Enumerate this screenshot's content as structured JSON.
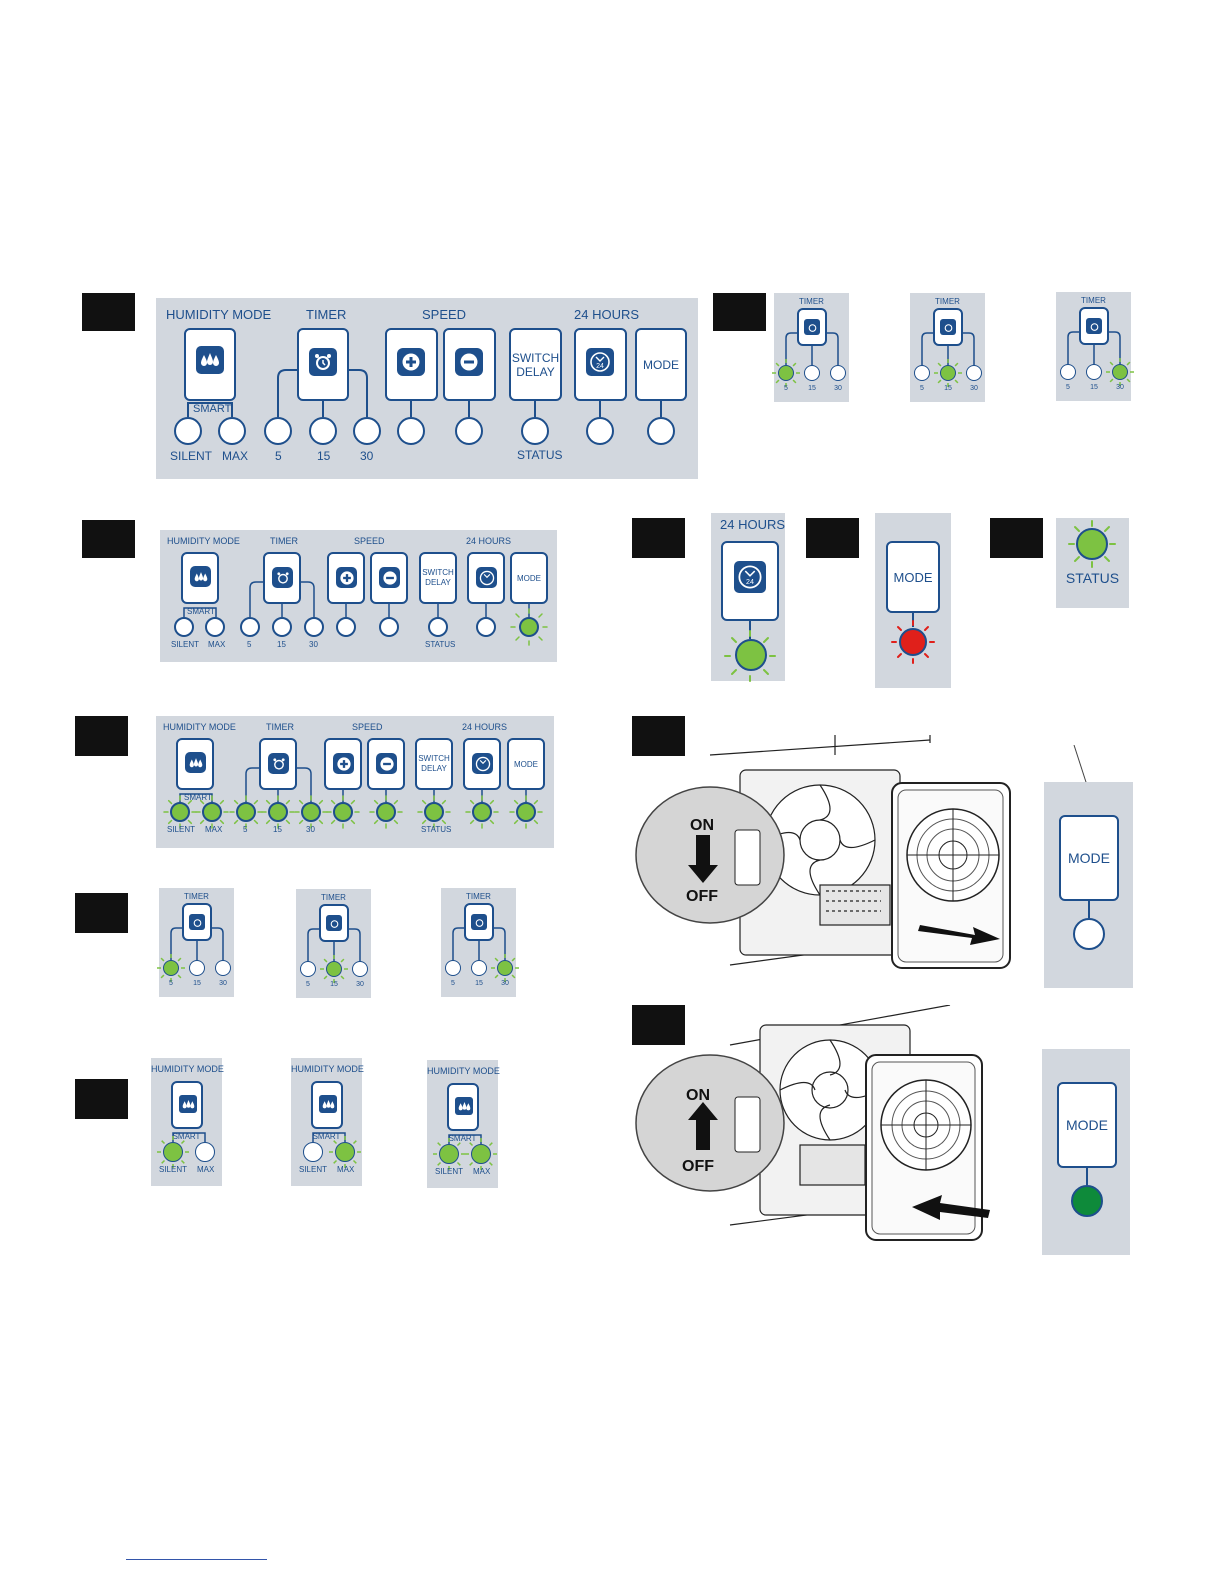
{
  "labels": {
    "humidity_mode": "HUMIDITY MODE",
    "timer": "TIMER",
    "speed": "SPEED",
    "hours24": "24 HOURS",
    "smart": "SMART",
    "silent": "SILENT",
    "max": "MAX",
    "t5": "5",
    "t15": "15",
    "t30": "30",
    "switch": "SWITCH",
    "delay": "DELAY",
    "status": "STATUS",
    "mode": "MODE",
    "on": "ON",
    "off": "OFF",
    "icon24": "24"
  },
  "colors": {
    "panel": "#d2d7de",
    "blue": "#1e4f8c",
    "led_green": "#7dc242",
    "led_dark_green": "#0e8a3a",
    "led_red": "#e0201b"
  },
  "icons": [
    "water-drops-icon",
    "alarm-clock-icon",
    "plus-icon",
    "minus-icon",
    "clock-24-icon",
    "on-off-arrow-icon"
  ]
}
